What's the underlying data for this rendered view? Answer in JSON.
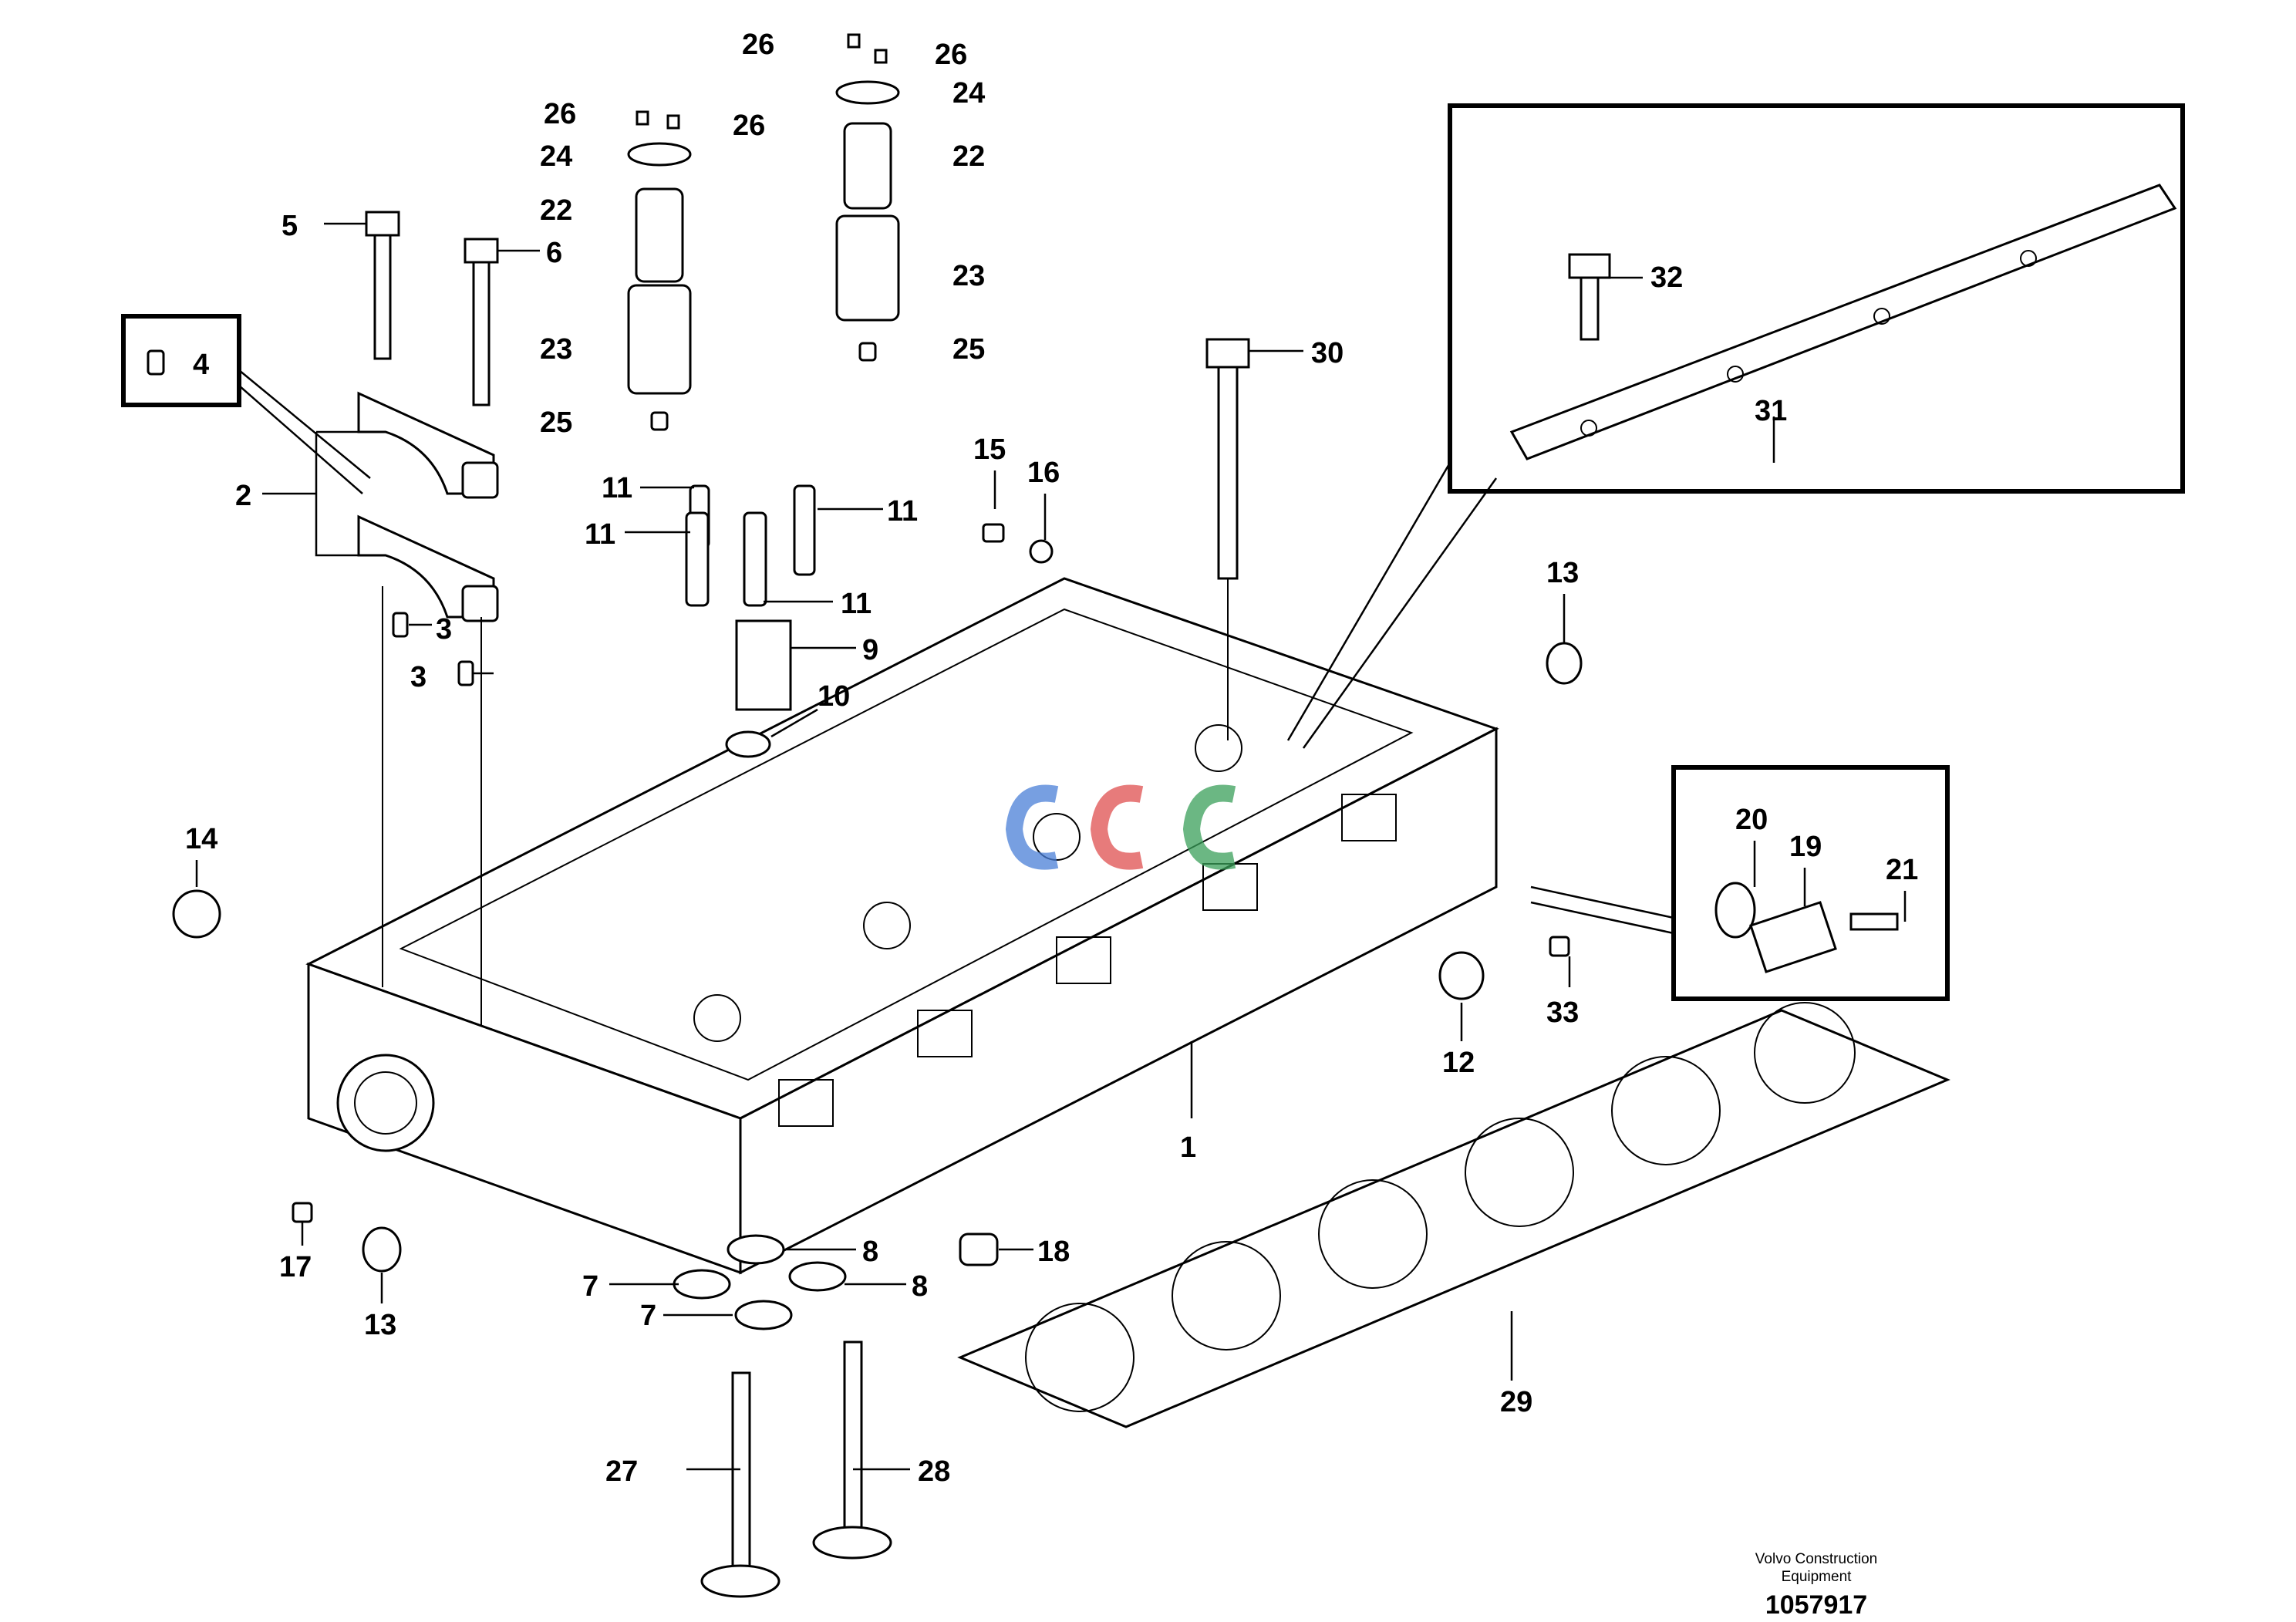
{
  "callouts": {
    "c1": "1",
    "c2": "2",
    "c3a": "3",
    "c3b": "3",
    "c4": "4",
    "c5": "5",
    "c6": "6",
    "c7a": "7",
    "c7b": "7",
    "c8a": "8",
    "c8b": "8",
    "c9": "9",
    "c10": "10",
    "c11a": "11",
    "c11b": "11",
    "c11c": "11",
    "c11d": "11",
    "c12": "12",
    "c13a": "13",
    "c13b": "13",
    "c14": "14",
    "c15": "15",
    "c16": "16",
    "c17": "17",
    "c18": "18",
    "c19": "19",
    "c20": "20",
    "c21": "21",
    "c22a": "22",
    "c22b": "22",
    "c23a": "23",
    "c23b": "23",
    "c24a": "24",
    "c24b": "24",
    "c25a": "25",
    "c25b": "25",
    "c26a": "26",
    "c26b": "26",
    "c26c": "26",
    "c26d": "26",
    "c27": "27",
    "c28": "28",
    "c29": "29",
    "c30": "30",
    "c31": "31",
    "c32": "32",
    "c33": "33"
  },
  "footer": {
    "brand_line1": "Volvo Construction",
    "brand_line2": "Equipment",
    "drawing_number": "1057917"
  },
  "colors": {
    "ink": "#000000",
    "paper": "#ffffff",
    "watermark_blue": "#4a7fd8",
    "watermark_red": "#e05050",
    "watermark_green": "#3aa05a"
  }
}
